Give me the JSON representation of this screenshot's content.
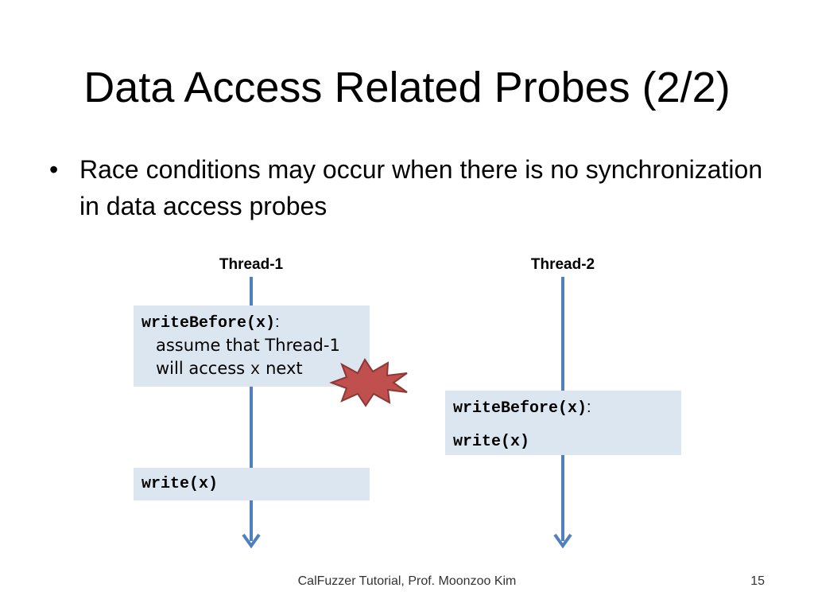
{
  "slide": {
    "title": "Data Access Related Probes (2/2)",
    "bullet": "Race conditions may occur when there is no synchronization in data access probes"
  },
  "diagram": {
    "thread1": {
      "label": "Thread-1",
      "box1": {
        "code": "writeBefore(x)",
        "colon": ":",
        "line1": "assume that Thread-1",
        "line2_pre": "will access ",
        "line2_var": "x",
        "line2_post": " next"
      },
      "box2": {
        "code": "write(x)"
      }
    },
    "thread2": {
      "label": "Thread-2",
      "box": {
        "code1": "writeBefore(x)",
        "colon": ":",
        "code2": "write(x)"
      }
    },
    "colors": {
      "arrow": "#4f81bd",
      "box_fill": "#dce6f1",
      "burst_fill": "#c0504d",
      "burst_stroke": "#8c3836"
    },
    "icon": "race-conflict-burst-icon"
  },
  "footer": {
    "text": "CalFuzzer Tutorial, Prof. Moonzoo Kim",
    "page": "15"
  }
}
